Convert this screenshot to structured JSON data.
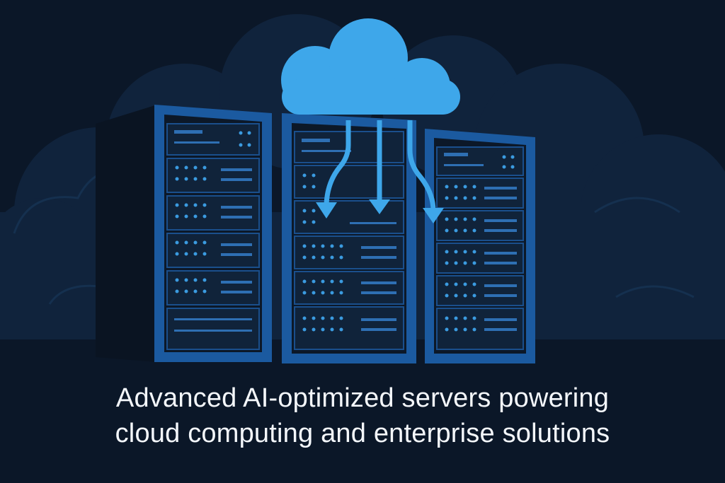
{
  "caption": {
    "line1": "Advanced AI-optimized servers powering",
    "line2": "cloud computing and enterprise solutions"
  },
  "illustration": {
    "icons": [
      "background-clouds",
      "cloud-icon",
      "server-rack-left",
      "server-rack-center",
      "server-rack-right",
      "download-arrow-icon"
    ],
    "colors": {
      "background": "#0b1728",
      "background_cloud": "#11253f",
      "cloud": "#3da5e8",
      "rack_frame": "#1d5fa8",
      "rack_body": "#0d1a2c",
      "led": "#3b9be0"
    }
  }
}
